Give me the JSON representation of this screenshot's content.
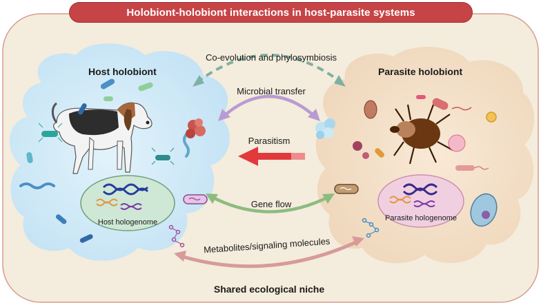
{
  "title": "Holobiont-holobiont interactions in host-parasite systems",
  "host": {
    "title": "Host holobiont",
    "genome_label": "Host hologenome"
  },
  "parasite": {
    "title": "Parasite holobiont",
    "genome_label": "Parasite hologenome"
  },
  "interactions": {
    "coevolution": "Co-evolution and phylosymbiosis",
    "microbial_transfer": "Microbial transfer",
    "parasitism": "Parasitism",
    "gene_flow": "Gene flow",
    "metabolites": "Metabolites/signaling molecules"
  },
  "niche_label": "Shared ecological niche",
  "colors": {
    "title_bar": "#c74446",
    "host_cloud": "#cfe8f6",
    "parasite_cloud": "#f2dcc2",
    "niche_bg": "#f3ead8",
    "coevolution_arrow": "#7fb0a4",
    "microbial_arrow": "#b99bd2",
    "parasitism_arrow": "#e1393c",
    "gene_flow_arrow": "#8dbb7f",
    "metabolites_arrow": "#d79a9a"
  }
}
